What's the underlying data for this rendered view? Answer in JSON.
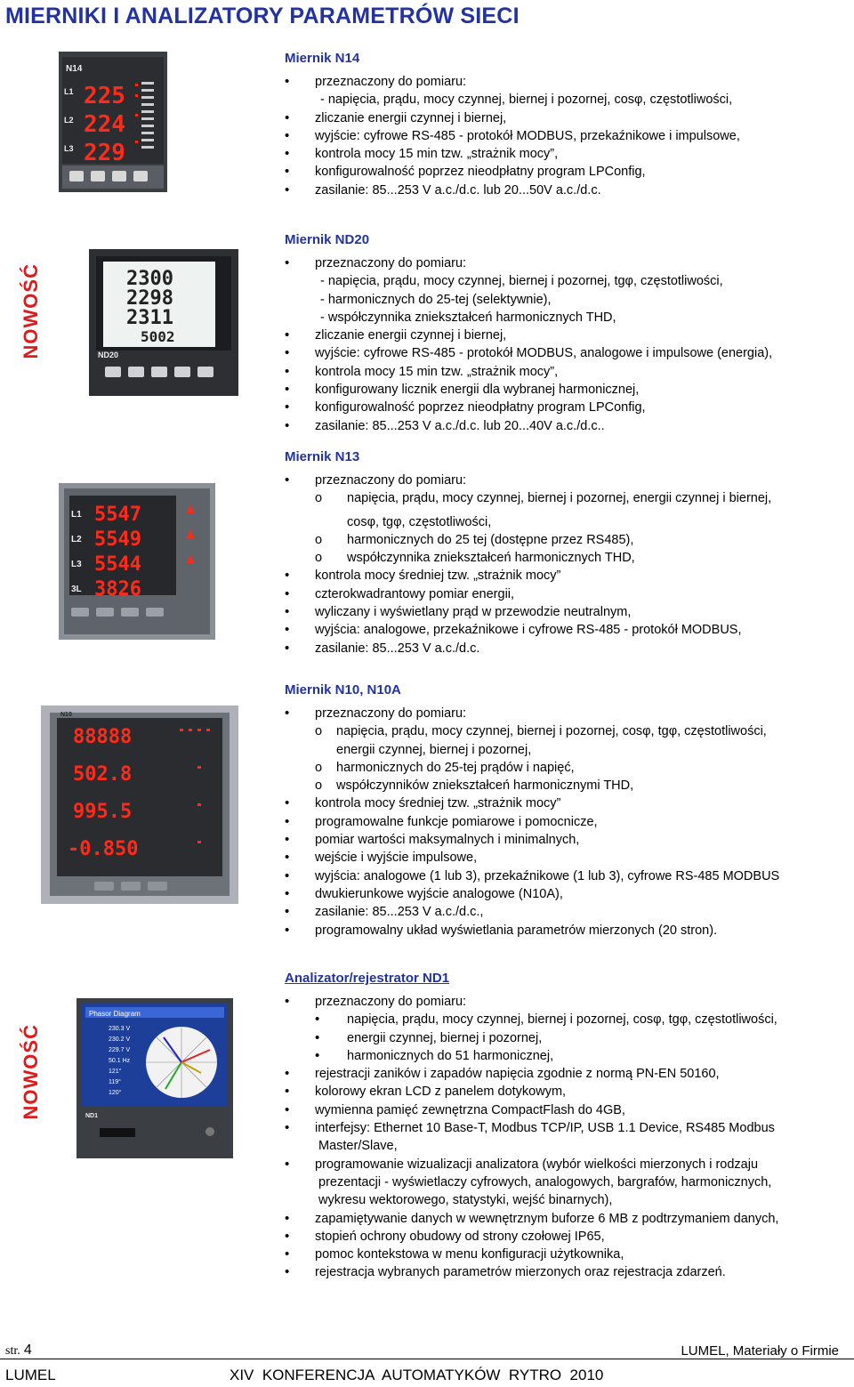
{
  "title": "MIERNIKI I ANALIZATORY PARAMETRÓW SIECI",
  "badge": "NOWOŚĆ",
  "n14": {
    "heading": "Miernik N14",
    "display": [
      "225",
      "224",
      "229"
    ],
    "rows_left": [
      "L1",
      "L2",
      "L3"
    ],
    "model": "N14",
    "lines": [
      {
        "t": "b",
        "text": "przeznaczony do pomiaru:"
      },
      {
        "t": "dash",
        "text": "- napięcia, prądu, mocy czynnej, biernej i pozornej, cosφ, częstotliwości,"
      },
      {
        "t": "b",
        "text": "zliczanie energii czynnej i biernej,"
      },
      {
        "t": "b",
        "text": "wyjście: cyfrowe RS-485 - protokół MODBUS, przekaźnikowe i impulsowe,"
      },
      {
        "t": "b",
        "text": "kontrola mocy 15 min tzw. „strażnik mocy”,"
      },
      {
        "t": "b",
        "text": "konfigurowalność poprzez nieodpłatny program LPConfig,"
      },
      {
        "t": "b",
        "text": "zasilanie: 85...253 V a.c./d.c. lub 20...50V a.c./d.c."
      }
    ]
  },
  "nd20": {
    "heading": "Miernik ND20",
    "display": [
      "2300",
      "2298",
      "2311",
      "5002"
    ],
    "model": "ND20",
    "lines": [
      {
        "t": "b",
        "text": "przeznaczony do pomiaru:"
      },
      {
        "t": "dash",
        "text": "- napięcia, prądu, mocy czynnej, biernej i pozornej, tgφ, częstotliwości,"
      },
      {
        "t": "dash",
        "text": "- harmonicznych do 25-tej (selektywnie),"
      },
      {
        "t": "dash",
        "text": "- współczynnika zniekształceń harmonicznych THD,"
      },
      {
        "t": "b",
        "text": "zliczanie energii czynnej i biernej,"
      },
      {
        "t": "b",
        "text": "wyjście: cyfrowe RS-485 - protokół MODBUS, analogowe i impulsowe (energia),"
      },
      {
        "t": "b",
        "text": "kontrola mocy 15 min tzw. „strażnik mocy”,"
      },
      {
        "t": "b",
        "text": "konfigurowany licznik energii dla wybranej harmonicznej,"
      },
      {
        "t": "b",
        "text": "konfigurowalność poprzez nieodpłatny program LPConfig,"
      },
      {
        "t": "b",
        "text": "zasilanie: 85...253 V a.c./d.c. lub 20...40V a.c./d.c.."
      }
    ]
  },
  "n13": {
    "heading": "Miernik N13",
    "display": [
      "5547",
      "5549",
      "5544",
      "3826"
    ],
    "rows_left": [
      "L1",
      "L2",
      "L3",
      "3L"
    ],
    "lines": [
      {
        "t": "b",
        "text": "przeznaczony do pomiaru:"
      },
      {
        "t": "o",
        "m": "o",
        "text": "napięcia, prądu, mocy czynnej, biernej i pozornej, energii czynnej i biernej,"
      },
      {
        "t": "cont",
        "text": "cosφ, tgφ, częstotliwości,",
        "gap": true
      },
      {
        "t": "o",
        "m": "o",
        "text": "harmonicznych do 25 tej (dostępne przez RS485),"
      },
      {
        "t": "o",
        "m": "o",
        "text": "współczynnika zniekształceń harmonicznych THD,"
      },
      {
        "t": "b",
        "text": "kontrola mocy średniej tzw. „strażnik mocy”"
      },
      {
        "t": "b",
        "text": "czterokwadrantowy pomiar energii,"
      },
      {
        "t": "b",
        "text": "wyliczany i wyświetlany prąd w przewodzie neutralnym,"
      },
      {
        "t": "b",
        "text": "wyjścia: analogowe, przekaźnikowe i cyfrowe RS-485 - protokół MODBUS,"
      },
      {
        "t": "b",
        "text": "zasilanie: 85...253 V a.c./d.c."
      }
    ]
  },
  "n10": {
    "heading": "Miernik N10, N10A",
    "display": [
      "88888",
      "502.8",
      "995.5",
      "-0.850"
    ],
    "model": "N10",
    "lines": [
      {
        "t": "b",
        "text": "przeznaczony do pomiaru:"
      },
      {
        "t": "o2",
        "m": "o",
        "text": "napięcia, prądu, mocy czynnej, biernej i pozornej, cosφ, tgφ, częstotliwości,"
      },
      {
        "t": "cont3",
        "text": "energii czynnej, biernej i pozornej,"
      },
      {
        "t": "o2",
        "m": "o",
        "text": "harmonicznych do 25-tej prądów i napięć,"
      },
      {
        "t": "o2",
        "m": "o",
        "text": "współczynników zniekształceń harmonicznymi THD,"
      },
      {
        "t": "b",
        "text": "kontrola mocy średniej tzw. „strażnik mocy”"
      },
      {
        "t": "b",
        "text": "programowalne funkcje pomiarowe i pomocnicze,"
      },
      {
        "t": "b",
        "text": "pomiar wartości maksymalnych i minimalnych,"
      },
      {
        "t": "b",
        "text": "wejście i wyjście impulsowe,"
      },
      {
        "t": "b",
        "text": "wyjścia: analogowe (1 lub 3), przekaźnikowe (1 lub 3), cyfrowe RS-485 MODBUS"
      },
      {
        "t": "b",
        "text": "dwukierunkowe wyjście analogowe (N10A),"
      },
      {
        "t": "b",
        "text": "zasilanie: 85...253 V a.c./d.c.,"
      },
      {
        "t": "b",
        "text": "programowalny układ wyświetlania parametrów mierzonych (20 stron)."
      }
    ]
  },
  "nd1": {
    "heading": "Analizator/rejestrator ND1",
    "screen_title": "Phasor Diagram",
    "screen_values": [
      "230.3 V",
      "230.2 V",
      "229.7 V",
      "50.1 Hz",
      "121°",
      "119°",
      "120°"
    ],
    "model": "ND1",
    "lines": [
      {
        "t": "b",
        "text": "przeznaczony do pomiaru:"
      },
      {
        "t": "ob",
        "text": "napięcia, prądu, mocy czynnej, biernej i pozornej, cosφ, tgφ, częstotliwości,"
      },
      {
        "t": "ob",
        "text": "energii czynnej, biernej i pozornej,"
      },
      {
        "t": "ob",
        "text": "harmonicznych do 51 harmonicznej,"
      },
      {
        "t": "b",
        "text": "rejestracji zaników i zapadów napięcia zgodnie z normą PN-EN 50160,"
      },
      {
        "t": "b",
        "text": "kolorowy ekran LCD z panelem dotykowym,"
      },
      {
        "t": "b",
        "text": "wymienna pamięć zewnętrzna CompactFlash do 4GB,"
      },
      {
        "t": "b",
        "text": "interfejsy: Ethernet 10 Base-T, Modbus TCP/IP, USB 1.1 Device, RS485 Modbus"
      },
      {
        "t": "cont2",
        "text": "Master/Slave,"
      },
      {
        "t": "b",
        "text": "programowanie wizualizacji analizatora (wybór wielkości mierzonych i rodzaju"
      },
      {
        "t": "cont2",
        "text": "prezentacji - wyświetlaczy cyfrowych, analogowych, bargrafów, harmonicznych,"
      },
      {
        "t": "cont2",
        "text": "wykresu wektorowego, statystyki, wejść binarnych),"
      },
      {
        "t": "b",
        "text": "zapamiętywanie danych w wewnętrznym buforze 6 MB z podtrzymaniem danych,"
      },
      {
        "t": "b",
        "text": "stopień ochrony obudowy od strony czołowej IP65,"
      },
      {
        "t": "b",
        "text": "pomoc kontekstowa w menu konfiguracji użytkownika,"
      },
      {
        "t": "b",
        "text": "rejestracja wybranych parametrów mierzonych oraz rejestracja zdarzeń."
      }
    ]
  },
  "footer": {
    "page_label": "str.",
    "page_number": "4",
    "right": "LUMEL, Materiały o Firmie",
    "bottom_left": "LUMEL",
    "bottom_center": "XIV  KONFERENCJA  AUTOMATYKÓW  RYTRO  2010"
  }
}
